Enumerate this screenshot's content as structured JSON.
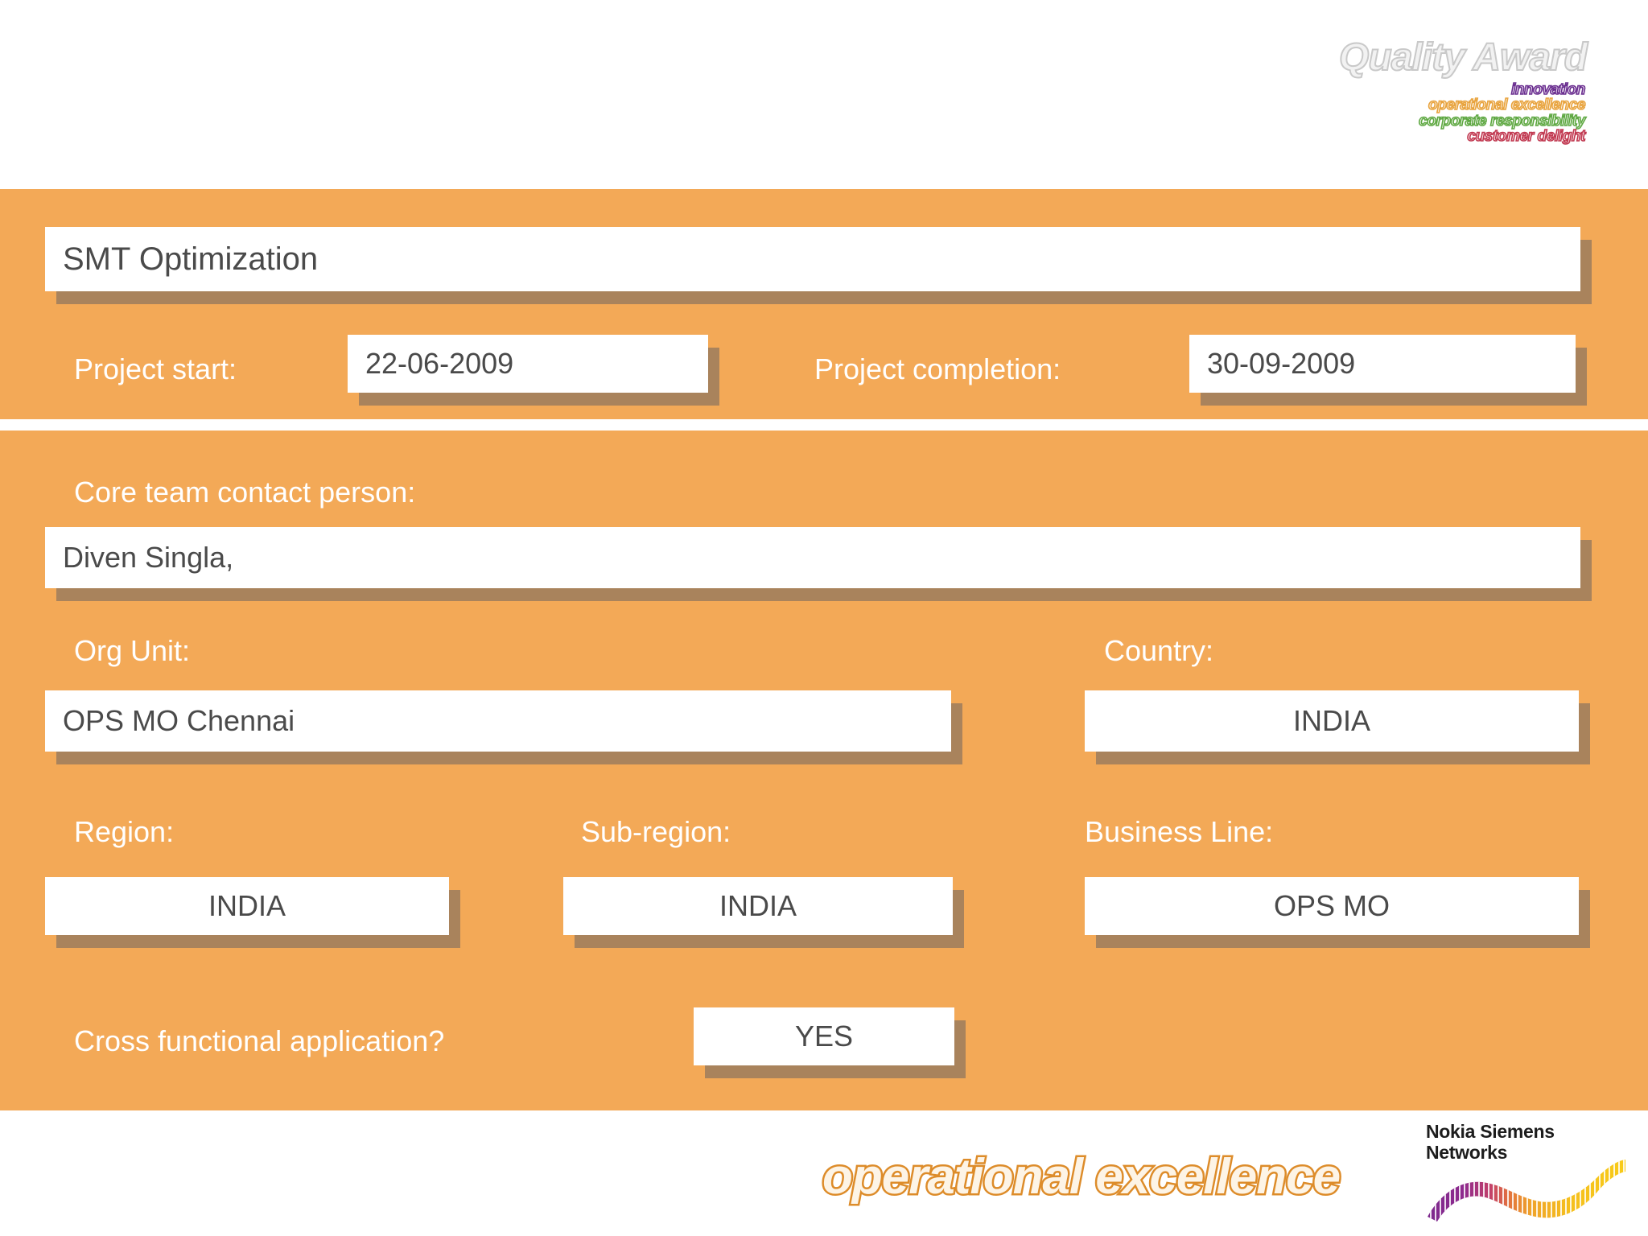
{
  "header": {
    "award_title": "Quality Award",
    "taglines": [
      {
        "text": "innovation",
        "color": "#6a2e8f"
      },
      {
        "text": "operational excellence",
        "color": "#e8a33d"
      },
      {
        "text": "corporate responsibility",
        "color": "#5fa843"
      },
      {
        "text": "customer delight",
        "color": "#c0374f"
      }
    ]
  },
  "project": {
    "title_value": "SMT Optimization",
    "start_label": "Project start:",
    "start_value": "22-06-2009",
    "completion_label": "Project completion:",
    "completion_value": "30-09-2009"
  },
  "details": {
    "contact_label": "Core team contact person:",
    "contact_value": "Diven Singla,",
    "org_unit_label": "Org Unit:",
    "org_unit_value": "OPS MO Chennai",
    "country_label": "Country:",
    "country_value": "INDIA",
    "region_label": "Region:",
    "region_value": "INDIA",
    "subregion_label": "Sub-region:",
    "subregion_value": "INDIA",
    "business_line_label": "Business Line:",
    "business_line_value": "OPS MO",
    "cross_functional_label": "Cross functional application?",
    "cross_functional_value": "YES"
  },
  "footer": {
    "wordmark": "operational excellence",
    "company_line1": "Nokia Siemens",
    "company_line2": "Networks"
  },
  "colors": {
    "panel_orange": "#f3a957",
    "box_white": "#ffffff",
    "box_shadow_brown": "#a9835c",
    "value_text_gray": "#4a4a4a",
    "label_text_white": "#ffffff",
    "wordmark_orange": "#dd8c2a"
  }
}
